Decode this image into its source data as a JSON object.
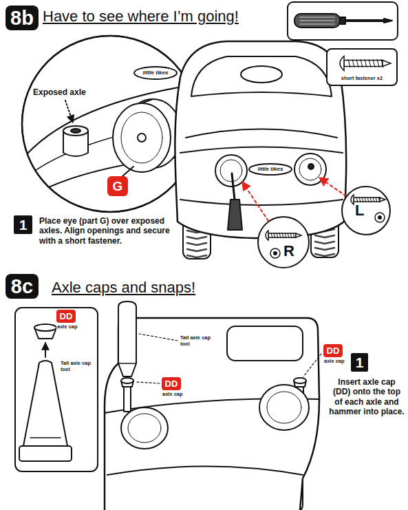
{
  "diagram": {
    "nodes": [
      {
        "text": [
          "8b"
        ]
      },
      {
        "text": [
          "short fastener x2"
        ]
      },
      {
        "text": [
          "G"
        ]
      },
      {
        "text": [
          "1"
        ]
      },
      {
        "text": [
          "L"
        ]
      },
      {
        "text": [
          "R"
        ]
      },
      {
        "text": [
          "8c"
        ]
      },
      {
        "text": [
          "DD",
          "axle cap"
        ]
      },
      {
        "text": [
          "DD",
          "axle cap"
        ]
      },
      {
        "text": [
          "1"
        ]
      },
      {
        "text": [
          "DD",
          "axle cap"
        ]
      }
    ],
    "labels": [
      "Have to see where I’m going!",
      "Exposed axle",
      "little tikes",
      "little tikes",
      "Place eye (part G) over exposed axles. Align openings and secure with a short fastener.",
      "Axle caps and snaps!",
      "Tall axle cap tool",
      "Tall axle cap tool",
      "Insert axle cap (DD) onto the top of each axle and hammer into place."
    ]
  }
}
